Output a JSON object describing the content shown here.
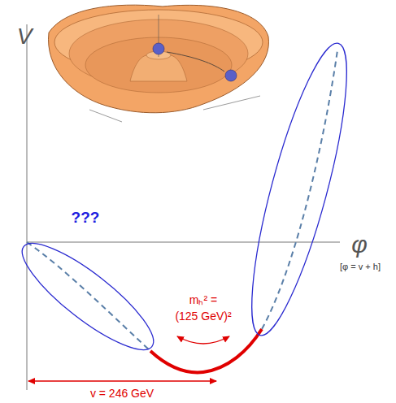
{
  "diagram": {
    "labels": [
      "V",
      "???",
      "φ",
      "[φ = v + h]",
      "mₕ² =",
      "(125 GeV)²",
      "v = 246 GeV"
    ]
  }
}
